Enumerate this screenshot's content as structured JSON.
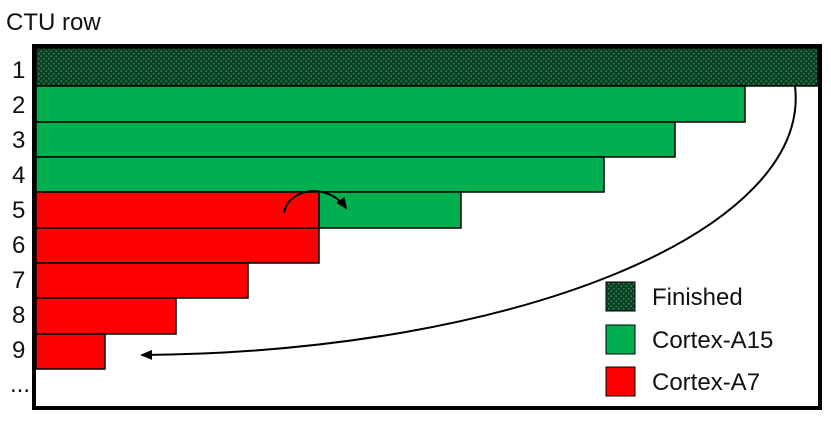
{
  "axis_title": "CTU row",
  "row_labels": [
    "1",
    "2",
    "3",
    "4",
    "5",
    "6",
    "7",
    "8",
    "9",
    "..."
  ],
  "colors": {
    "finished": "#06331b",
    "cortex_a15": "#00b050",
    "cortex_a7": "#ff0000",
    "frame": "#000000"
  },
  "legend": [
    {
      "key": "finished",
      "label": "Finished"
    },
    {
      "key": "cortex_a15",
      "label": "Cortex-A15"
    },
    {
      "key": "cortex_a7",
      "label": "Cortex-A7"
    }
  ]
}
